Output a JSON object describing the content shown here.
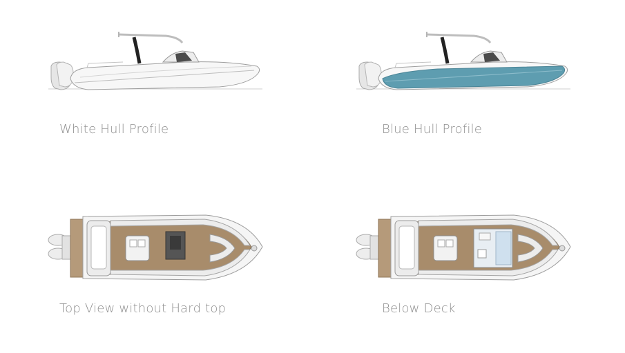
{
  "gallery": {
    "items": [
      {
        "caption": "White Hull Profile",
        "image": "boat-side-white-hull"
      },
      {
        "caption": "Blue Hull Profile",
        "image": "boat-side-blue-hull",
        "hull_color": "#5e9db0"
      },
      {
        "caption": "Top View without Hard top",
        "image": "boat-top-view"
      },
      {
        "caption": "Below Deck",
        "image": "boat-below-deck-layout"
      }
    ]
  }
}
